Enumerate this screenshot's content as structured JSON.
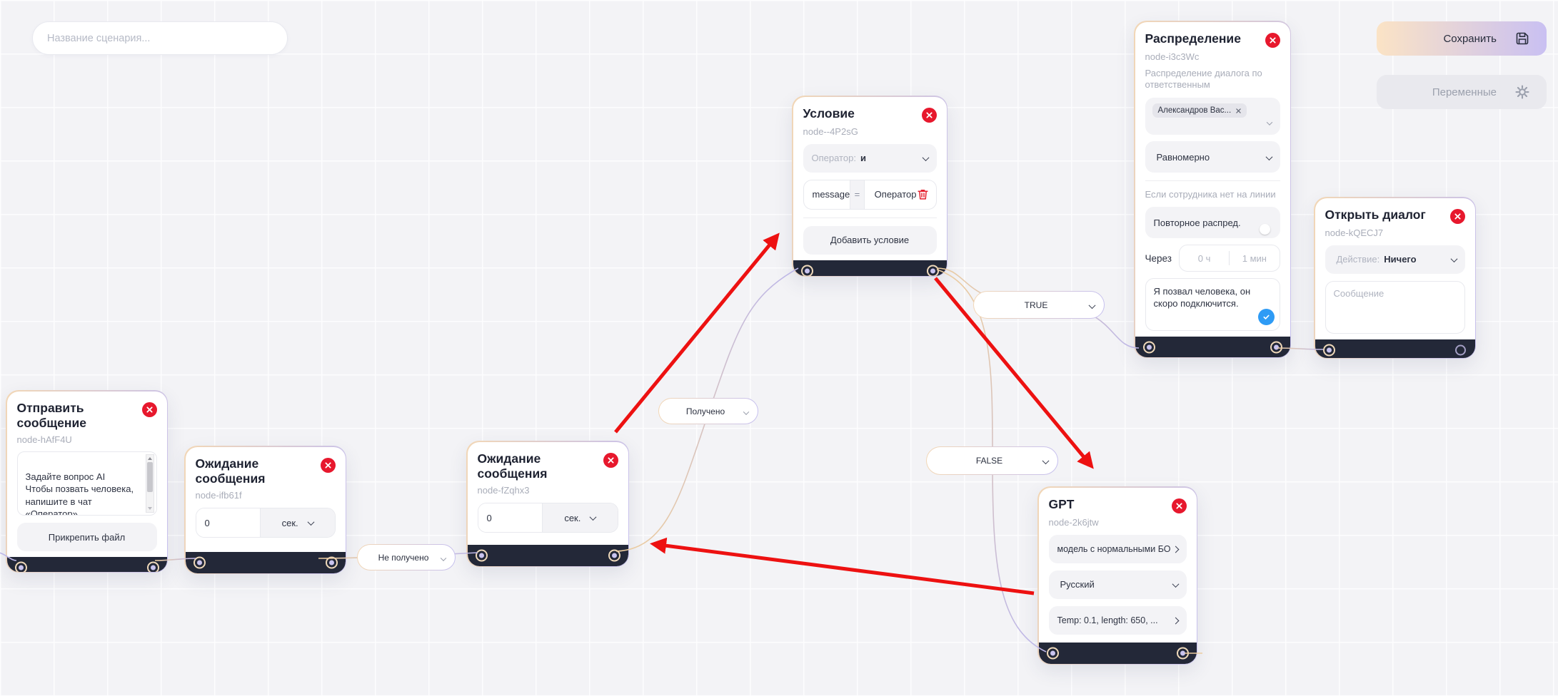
{
  "toolbar": {
    "scenario_name_placeholder": "Название сценария...",
    "save_label": "Сохранить",
    "variables_label": "Переменные"
  },
  "nodes": {
    "send_message": {
      "title": "Отправить сообщение",
      "id": "node-hAfF4U",
      "message": "Задайте вопрос AI\nЧтобы позвать человека, напишите в чат «Оператор».",
      "attach_button": "Прикрепить файл"
    },
    "wait1": {
      "title": "Ожидание сообщения",
      "id": "node-ifb61f",
      "value": "0",
      "unit": "сек."
    },
    "wait2": {
      "title": "Ожидание сообщения",
      "id": "node-fZqhx3",
      "value": "0",
      "unit": "сек."
    },
    "condition": {
      "title": "Условие",
      "id": "node--4P2sG",
      "operator_label": "Оператор:",
      "operator_value": "и",
      "field": "message",
      "comparator": "=",
      "value": "Оператор",
      "add_button": "Добавить условие"
    },
    "distribution": {
      "title": "Распределение",
      "id": "node-i3c3Wc",
      "description": "Распределение диалога по ответственным",
      "assignee_chip": "Александров Вас...",
      "mode": "Равномерно",
      "offline_label": "Если сотрудника нет на линии",
      "repeat_label": "Повторное распред.",
      "after_label": "Через",
      "hours": "0 ч",
      "minutes": "1 мин",
      "message": "Я позвал человека, он скоро подключится."
    },
    "open_dialog": {
      "title": "Открыть диалог",
      "id": "node-kQECJ7",
      "action_label": "Действие:",
      "action_value": "Ничего",
      "message_placeholder": "Сообщение"
    },
    "gpt": {
      "title": "GPT",
      "id": "node-2k6jtw",
      "model": "модель с нормальными БО",
      "language": "Русский",
      "params": "Temp: 0.1, length: 650, ..."
    }
  },
  "edge_labels": {
    "received": "Получено",
    "not_received": "Не получено",
    "true_label": "TRUE",
    "false_label": "FALSE"
  },
  "colors": {
    "accent_red": "#e7182d",
    "save_gradient_start": "#fbe3c5",
    "save_gradient_end": "#c9c0f2",
    "edge_orange": "#eccc9f",
    "edge_purple": "#bdb7e9",
    "arrow_red": "#ed1111",
    "footer_dark": "#232838",
    "toggle_on_track": "#c7dcf8",
    "check_blue": "#2e9bf5"
  },
  "icons": {
    "save": "floppy-disk",
    "variables": "gear",
    "close": "x-circle",
    "delete_condition": "trash",
    "confirm_message": "check-circle",
    "dropdown": "chevron-down",
    "drilldown": "chevron-right"
  }
}
